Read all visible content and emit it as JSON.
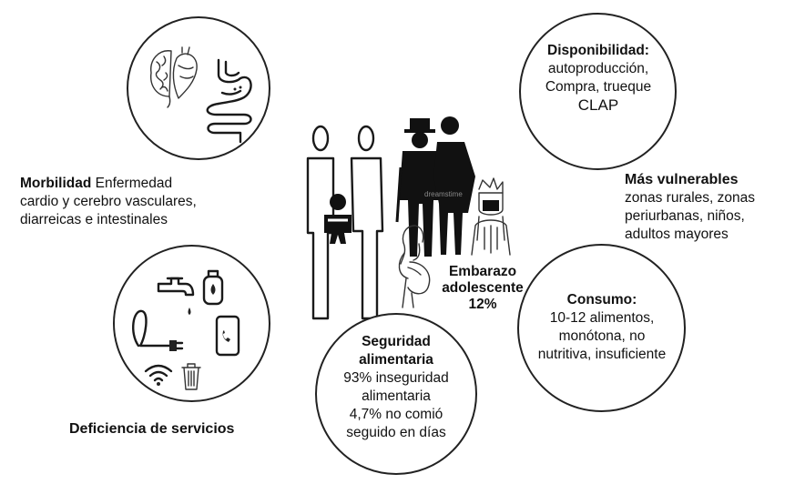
{
  "morbilidad": {
    "title": "Morbilidad",
    "line1": "Enfermedad",
    "line2": "cardio y cerebro vasculares,",
    "line3": "diarreicas e intestinales"
  },
  "deficiencia": {
    "title": "Deficiencia de servicios"
  },
  "disponibilidad": {
    "title": "Disponibilidad:",
    "line1": "autoproducción,",
    "line2": "Compra, trueque",
    "line3": "CLAP"
  },
  "vulnerables": {
    "title": "Más vulnerables",
    "line1": "zonas rurales,  zonas",
    "line2": "periurbanas, niños,",
    "line3": "adultos mayores"
  },
  "embarazo": {
    "line1": "Embarazo",
    "line2": "adolescente",
    "line3": "12%"
  },
  "consumo": {
    "title": "Consumo:",
    "line1": "10-12 alimentos,",
    "line2": "monótona, no",
    "line3": "nutritiva, insuficiente"
  },
  "seguridad": {
    "title1": "Seguridad",
    "title2": "alimentaria",
    "line1": "93% inseguridad",
    "line2": "alimentaria",
    "line3": "4,7%  no comió",
    "line4": "seguido en días"
  },
  "watermark": "dreamstime",
  "icons": [
    "brain-icon",
    "heart-icon",
    "intestine-icon",
    "faucet-icon",
    "gas-cylinder-icon",
    "plug-icon",
    "phone-icon",
    "wifi-icon",
    "trash-icon",
    "family-icon",
    "baby-icon",
    "elderly-couple-icon",
    "indigenous-person-icon",
    "pregnant-woman-icon"
  ]
}
